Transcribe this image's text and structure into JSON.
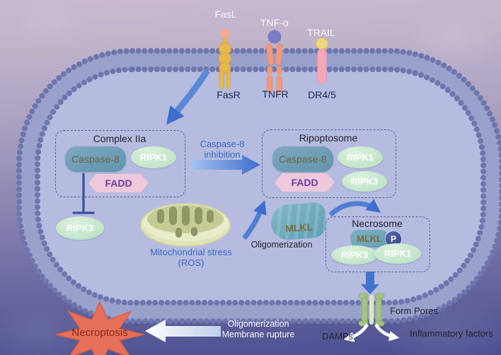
{
  "ligands": {
    "fasl": "FasL",
    "tnfa": "TNF-α",
    "trail": "TRAIL"
  },
  "receptors": {
    "fasr": "FasR",
    "tnfr": "TNFR",
    "dr45": "DR4/5"
  },
  "complex2a": {
    "title": "Complex IIa",
    "caspase8": "Caspase-8",
    "ripk1": "RIPK1",
    "fadd": "FADD"
  },
  "transition": {
    "line1": "Caspase-8",
    "line2": "inhibition"
  },
  "ripoptosome": {
    "title": "Ripoptosome",
    "caspase8": "Caspase-8",
    "ripk1": "RIPK1",
    "fadd": "FADD",
    "ripk3": "RIPK3"
  },
  "free_ripk3": "RIPK3",
  "mitochondria": {
    "line1": "Mitochondrial stress",
    "line2": "(ROS)"
  },
  "mlkl_oligomer": {
    "label": "MLKL",
    "caption": "Oligomerization"
  },
  "necrosome": {
    "title": "Necrosome",
    "mlkl": "MLKL",
    "phospho": "P",
    "ripk3": "RIPK3",
    "ripk1": "RIPK1"
  },
  "pore_label": "Form Pores",
  "outputs": {
    "damps": "DAMPs",
    "inflammatory": "Inflammatory factors"
  },
  "necroptosis": {
    "label": "Necroptosis",
    "cause1": "Oligomerization",
    "cause2": "Membrane rupture"
  },
  "colors": {
    "arrow_blue": "#4a78d0",
    "teal_protein": "#6e9cb8",
    "green_protein": "#cdeace",
    "pink_fadd": "#edc9db",
    "fadd_text": "#6b3fa0",
    "caspase_text": "#6b6443",
    "mlkl_text": "#7c6d35",
    "phospho_circle": "#3f4b90",
    "membrane_bead": "#6e77ad",
    "cell_interior": "#b5bcdf",
    "star_red": "#e7705a",
    "star_text": "#8e2918",
    "pore_green": "#a5c387",
    "mito_body": "#e9ecc8",
    "receptor_gold": "#e9b84d",
    "receptor_salmon": "#f09a7c",
    "receptor_pink": "#f3a8b8",
    "ligand_purple": "#7b7cc4",
    "ligand_yellow": "#efd77e",
    "ligand_peach": "#f2a898"
  }
}
